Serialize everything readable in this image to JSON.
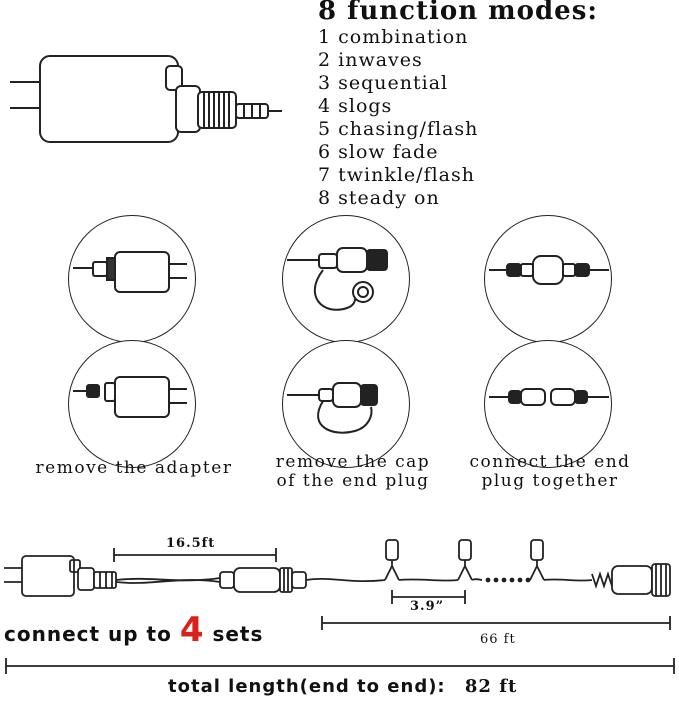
{
  "modes": {
    "title": "8 function modes:",
    "items": [
      "1 combination",
      "2 inwaves",
      "3 sequential",
      "4 slogs",
      "5 chasing/flash",
      "6 slow fade",
      "7 twinkle/flash",
      "8 steady on"
    ]
  },
  "steps": [
    {
      "caption_line1": "remove the adapter",
      "caption_line2": ""
    },
    {
      "caption_line1": "remove the cap",
      "caption_line2": "of the end plug"
    },
    {
      "caption_line1": "connect the end",
      "caption_line2": "plug together"
    }
  ],
  "dimensions": {
    "lead_cable": "16.5ft",
    "bulb_spacing": "3.9”",
    "string_length": "66 ft",
    "connect_prefix": "connect up to",
    "connect_count": "4",
    "connect_suffix": "sets",
    "total_label": "total length(end to end):",
    "total_value": "82 ft"
  },
  "colors": {
    "accent": "#d9211a",
    "line": "#222222"
  }
}
